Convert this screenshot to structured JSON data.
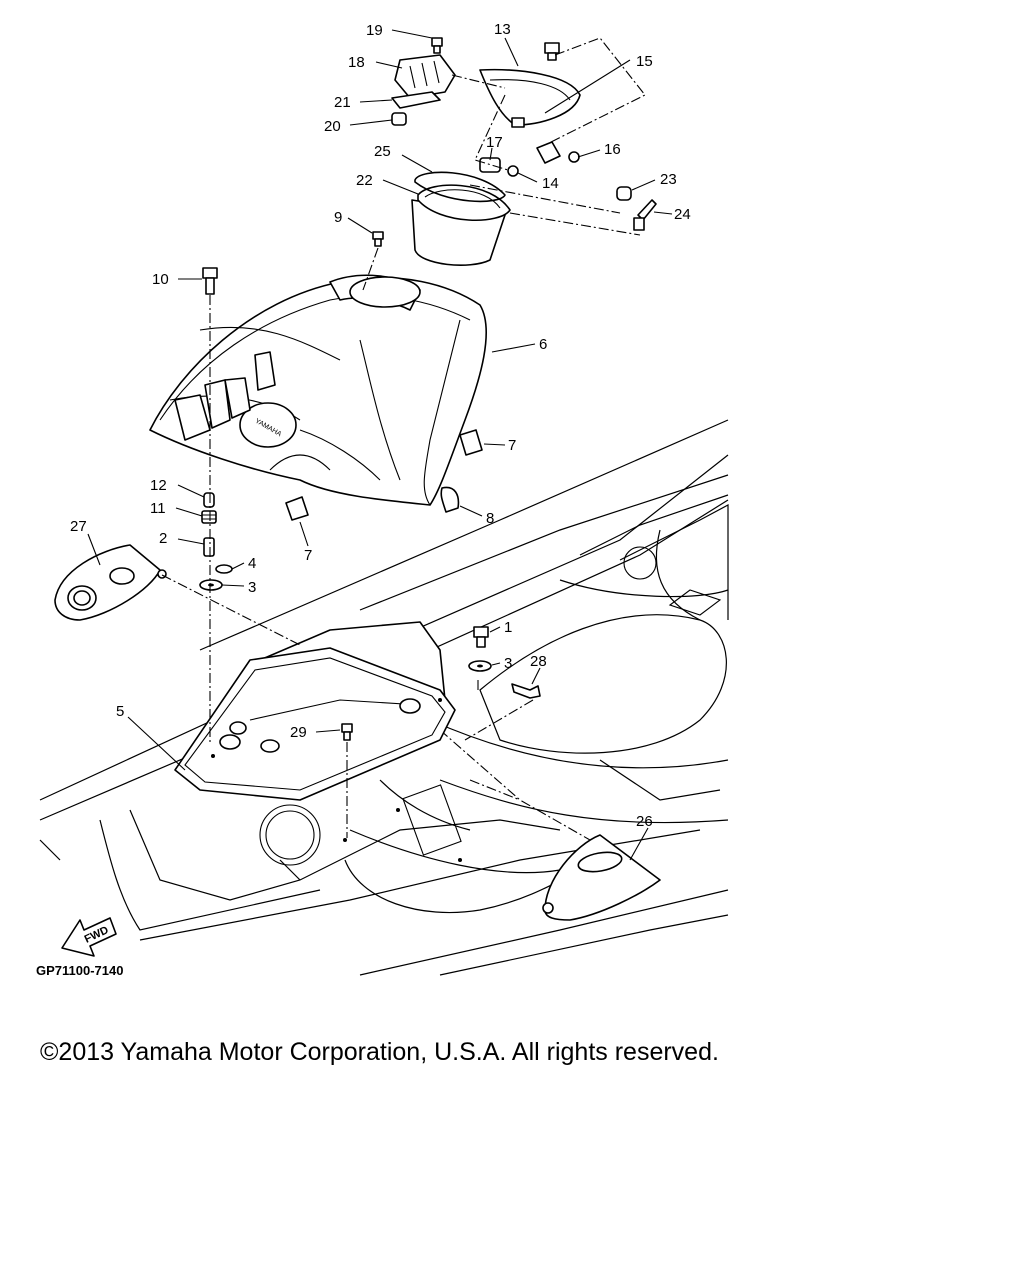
{
  "diagram": {
    "code": "GP71100-7140",
    "copyright": "©2013 Yamaha Motor Corporation, U.S.A. All rights reserved.",
    "brand_mark": "YAMAHA",
    "fwd_arrow_text": "FWD",
    "callouts": [
      "1",
      "2",
      "3",
      "3",
      "4",
      "5",
      "6",
      "7",
      "7",
      "8",
      "9",
      "10",
      "11",
      "12",
      "13",
      "14",
      "15",
      "16",
      "17",
      "18",
      "19",
      "20",
      "21",
      "22",
      "23",
      "24",
      "25",
      "26",
      "27",
      "28",
      "29"
    ]
  }
}
